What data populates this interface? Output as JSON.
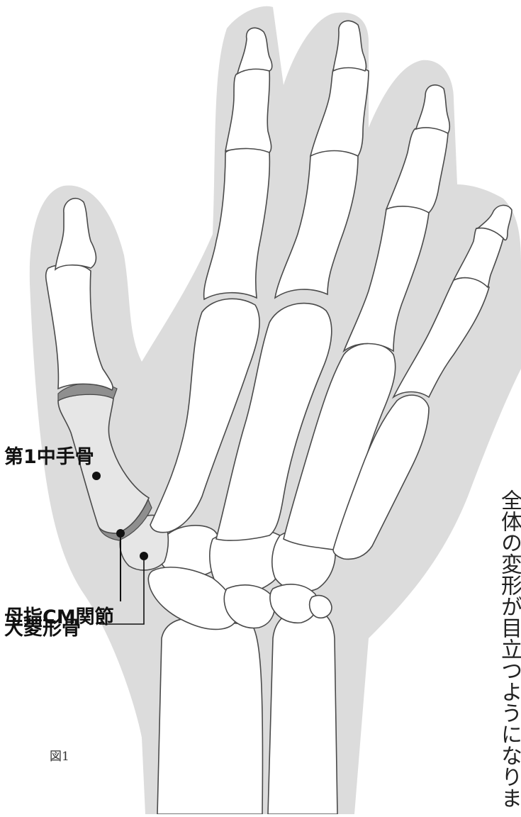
{
  "top_text": "",
  "labels": {
    "metacarpal": "第1中手骨",
    "cm_joint": "母指CM関節",
    "trapezium": "大菱形骨"
  },
  "figure_caption": "図1",
  "side_text": "全体の変形が目立つようになります",
  "colors": {
    "silhouette": "#dcdcdc",
    "bone_fill": "#ffffff",
    "bone_stroke": "#4a4a4a",
    "highlight_bone": "#e6e6e6",
    "cartilage": "#8f8f8f",
    "leader": "#111111"
  }
}
